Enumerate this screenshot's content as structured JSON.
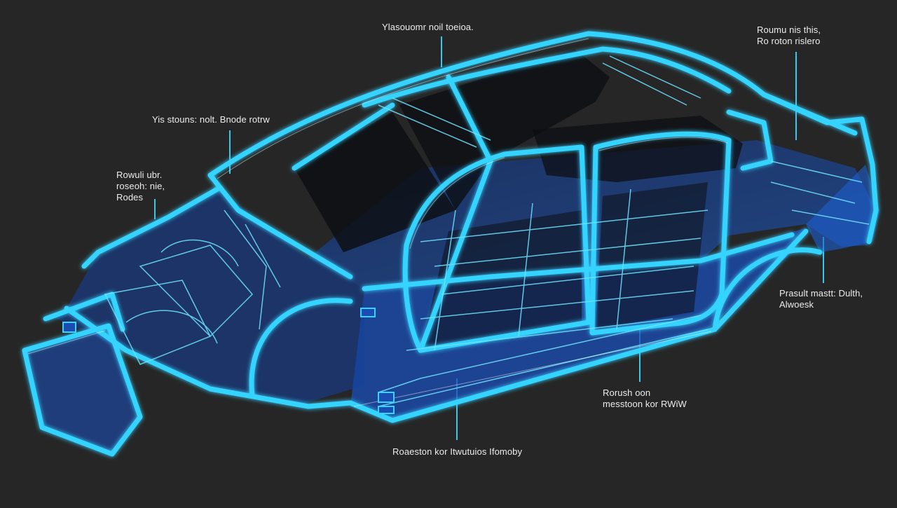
{
  "callouts": {
    "top_center": "Ylasouomr noil toeioa.",
    "top_right": [
      "Roumu nis this,",
      "Ro roton rislero"
    ],
    "roof_left": "Yis stouns: nolt. Bnode rotrw",
    "front_left": [
      "Rowuli ubr.",
      "roseoh: nie,",
      "Rodes"
    ],
    "rear_right": [
      "Prasult mastt: Dulth,",
      "Alwoesk"
    ],
    "floor_center": [
      "Rorush oon",
      "messtoon kor RWiW"
    ],
    "bottom_center": "Roaeston kor Itwutuios Ifomoby"
  },
  "colors": {
    "background": "#262626",
    "frame_glow": "#35d3ff",
    "frame_fill": "#1c55c4",
    "frame_line": "#6fe3ff",
    "leader": "#39c7ee",
    "label_text": "#ececec"
  }
}
